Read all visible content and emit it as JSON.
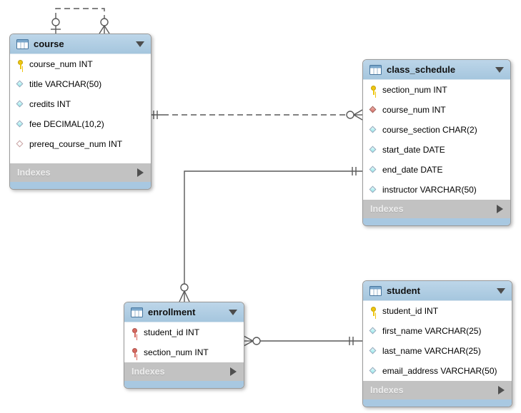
{
  "colors": {
    "canvas_background": "#ffffff",
    "table_header": "#abc9e1",
    "table_footer": "#c2c2c2",
    "table_bottom_strip": "#a8c8e1",
    "relationship_line": "#595959",
    "key_yellow": "#eec50f",
    "key_red": "#d5685f",
    "diamond_cyan": "#8fe7ea",
    "diamond_red": "#d5685f",
    "diamond_outline_border": "#c7a0a0"
  },
  "tables": {
    "course": {
      "title": "course",
      "header_icon": "table-grid-icon",
      "collapse_icon": "triangle-down-icon",
      "footer_label": "Indexes",
      "footer_icon": "triangle-right-icon",
      "columns": [
        {
          "icon": "key-yellow",
          "name": "course_num INT"
        },
        {
          "icon": "diamond-cyan",
          "name": "title VARCHAR(50)"
        },
        {
          "icon": "diamond-cyan",
          "name": "credits INT"
        },
        {
          "icon": "diamond-cyan",
          "name": "fee DECIMAL(10,2)"
        },
        {
          "icon": "diamond-outline",
          "name": "prereq_course_num INT"
        }
      ]
    },
    "class_schedule": {
      "title": "class_schedule",
      "header_icon": "table-grid-icon",
      "collapse_icon": "triangle-down-icon",
      "footer_label": "Indexes",
      "footer_icon": "triangle-right-icon",
      "columns": [
        {
          "icon": "key-yellow",
          "name": "section_num INT"
        },
        {
          "icon": "diamond-red",
          "name": "course_num INT"
        },
        {
          "icon": "diamond-cyan",
          "name": "course_section CHAR(2)"
        },
        {
          "icon": "diamond-cyan",
          "name": "start_date DATE"
        },
        {
          "icon": "diamond-cyan",
          "name": "end_date DATE"
        },
        {
          "icon": "diamond-cyan",
          "name": "instructor VARCHAR(50)"
        }
      ]
    },
    "enrollment": {
      "title": "enrollment",
      "header_icon": "table-grid-icon",
      "collapse_icon": "triangle-down-icon",
      "footer_label": "Indexes",
      "footer_icon": "triangle-right-icon",
      "columns": [
        {
          "icon": "key-red",
          "name": "student_id INT"
        },
        {
          "icon": "key-red",
          "name": "section_num INT"
        }
      ]
    },
    "student": {
      "title": "student",
      "header_icon": "table-grid-icon",
      "collapse_icon": "triangle-down-icon",
      "footer_label": "Indexes",
      "footer_icon": "triangle-right-icon",
      "columns": [
        {
          "icon": "key-yellow",
          "name": "student_id INT"
        },
        {
          "icon": "diamond-cyan",
          "name": "first_name VARCHAR(25)"
        },
        {
          "icon": "diamond-cyan",
          "name": "last_name VARCHAR(25)"
        },
        {
          "icon": "diamond-cyan",
          "name": "email_address VARCHAR(50)"
        }
      ]
    }
  },
  "relationships": [
    {
      "name": "course self-reference (prereq_course_num to course_num)",
      "line_style": "dashed",
      "end_a": {
        "table": "course",
        "cardinality": "zero-or-one"
      },
      "end_b": {
        "table": "course",
        "cardinality": "zero-or-many"
      }
    },
    {
      "name": "course to class_schedule",
      "line_style": "dashed",
      "end_a": {
        "table": "course",
        "cardinality": "exactly-one"
      },
      "end_b": {
        "table": "class_schedule",
        "cardinality": "zero-or-many"
      }
    },
    {
      "name": "class_schedule to enrollment",
      "line_style": "solid",
      "end_a": {
        "table": "class_schedule",
        "cardinality": "exactly-one"
      },
      "end_b": {
        "table": "enrollment",
        "cardinality": "zero-or-many"
      }
    },
    {
      "name": "student to enrollment",
      "line_style": "solid",
      "end_a": {
        "table": "student",
        "cardinality": "exactly-one"
      },
      "end_b": {
        "table": "enrollment",
        "cardinality": "zero-or-many"
      }
    }
  ]
}
